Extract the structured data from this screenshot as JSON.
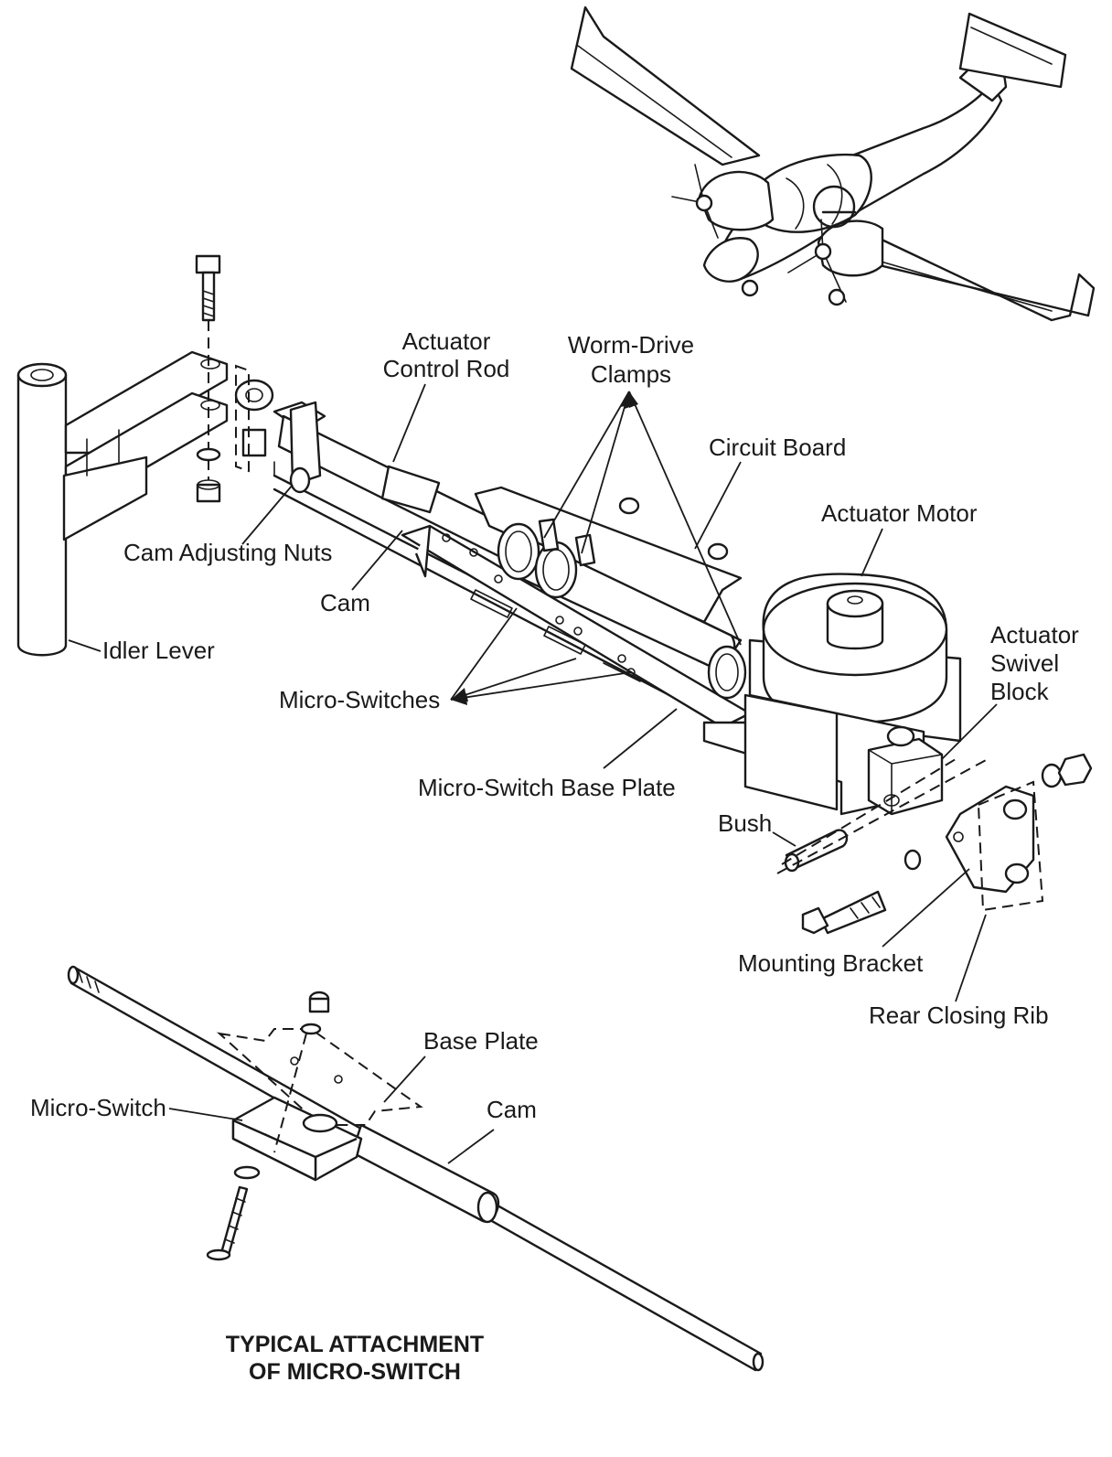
{
  "labels": {
    "actuator_control_rod_1": "Actuator",
    "actuator_control_rod_2": "Control Rod",
    "worm_drive_clamps_1": "Worm-Drive",
    "worm_drive_clamps_2": "Clamps",
    "circuit_board": "Circuit Board",
    "actuator_motor": "Actuator Motor",
    "cam_adjusting_nuts": "Cam Adjusting Nuts",
    "cam_upper": "Cam",
    "idler_lever": "Idler Lever",
    "actuator_swivel_block_1": "Actuator",
    "actuator_swivel_block_2": "Swivel",
    "actuator_swivel_block_3": "Block",
    "micro_switches": "Micro-Switches",
    "micro_switch_base_plate": "Micro-Switch Base Plate",
    "bush": "Bush",
    "mounting_bracket": "Mounting Bracket",
    "rear_closing_rib": "Rear Closing Rib",
    "base_plate": "Base Plate",
    "micro_switch": "Micro-Switch",
    "cam_lower": "Cam"
  },
  "caption": {
    "line1": "TYPICAL ATTACHMENT",
    "line2": "OF MICRO-SWITCH"
  }
}
